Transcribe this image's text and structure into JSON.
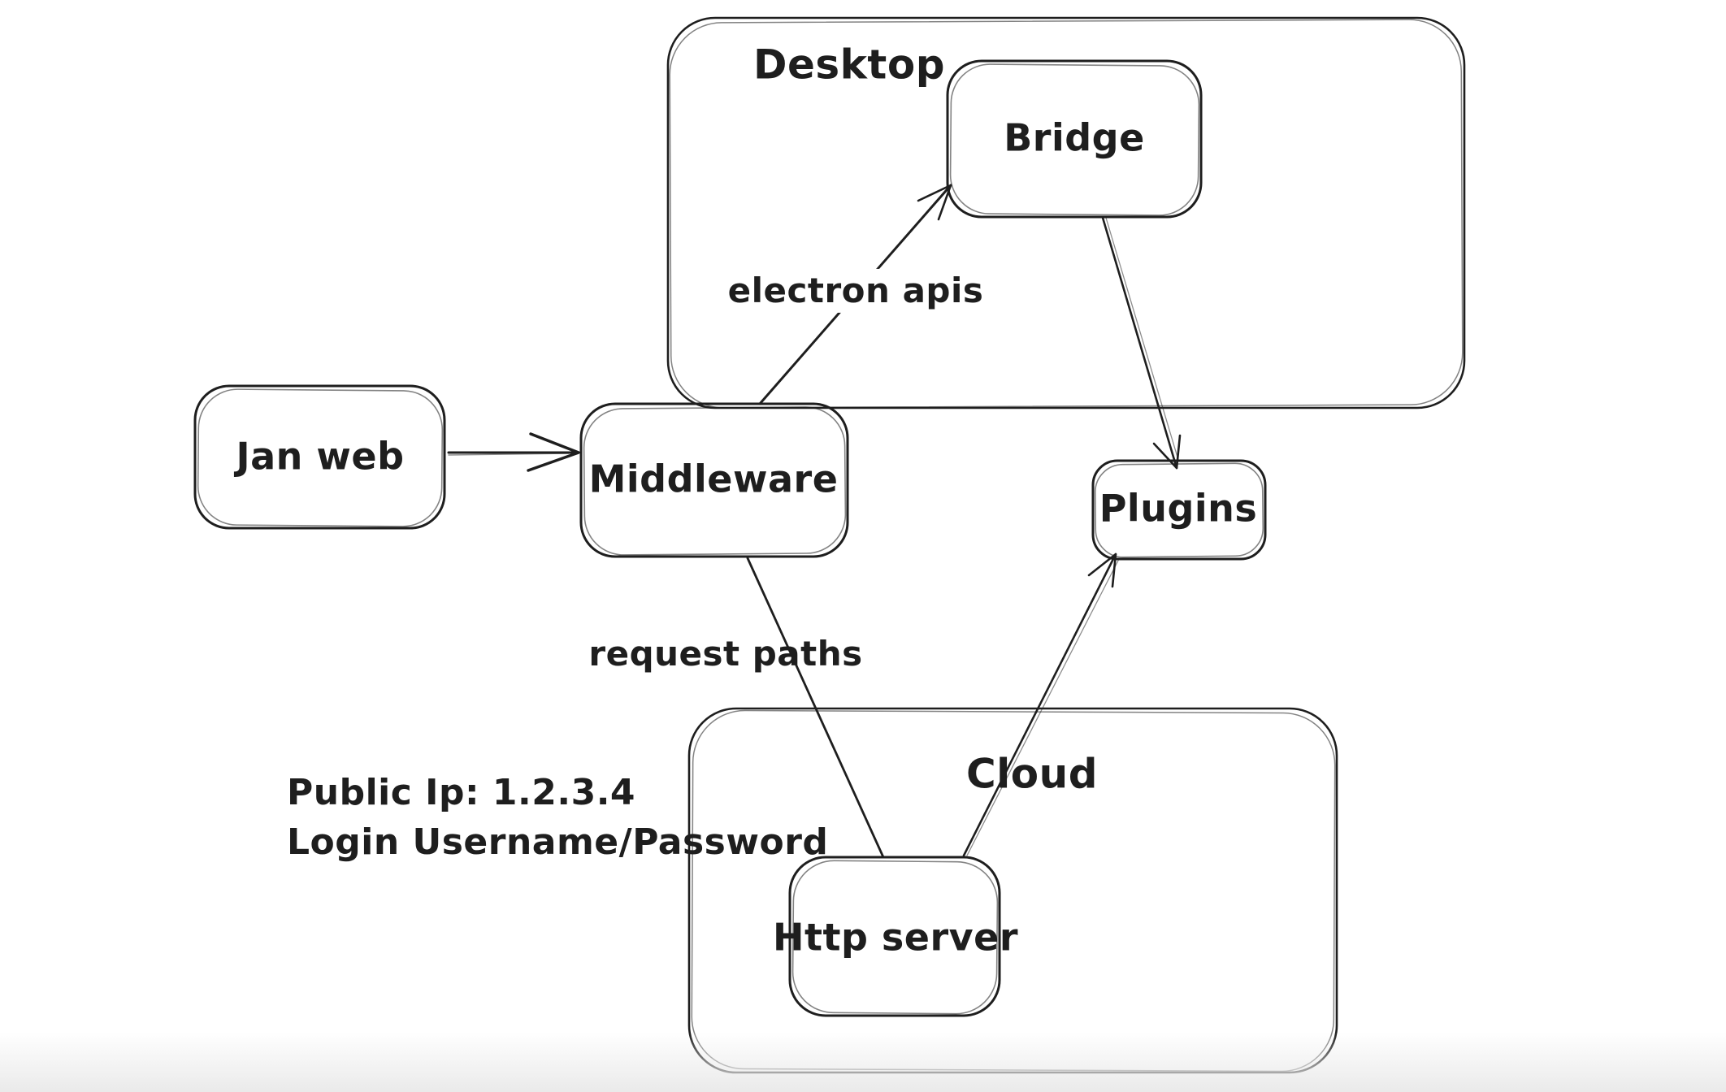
{
  "app": {
    "type": "hand-drawn architecture diagram"
  },
  "colors": {
    "background": "#ffffff",
    "stroke": "#1e1e1e",
    "canvas_bottom_edge": "#eaeaea"
  },
  "containers": {
    "desktop": {
      "label": "Desktop"
    },
    "cloud": {
      "label": "Cloud"
    }
  },
  "nodes": {
    "jan_web": {
      "label": "Jan web"
    },
    "middleware": {
      "label": "Middleware"
    },
    "bridge": {
      "label": "Bridge"
    },
    "plugins": {
      "label": "Plugins"
    },
    "http_server": {
      "label": "Http server"
    }
  },
  "edges": [
    {
      "from": "Jan web",
      "to": "Middleware",
      "label": "",
      "arrowhead": "end"
    },
    {
      "from": "Middleware",
      "to": "Bridge",
      "label": "electron apis",
      "arrowhead": "end"
    },
    {
      "from": "Bridge",
      "to": "Plugins",
      "label": "",
      "arrowhead": "end"
    },
    {
      "from": "Middleware",
      "to": "Http server",
      "label": "request paths",
      "arrowhead": "none"
    },
    {
      "from": "Http server",
      "to": "Plugins",
      "label": "",
      "arrowhead": "end"
    }
  ],
  "annotation": {
    "line1": "Public Ip: 1.2.3.4",
    "line2": "Login Username/Password"
  }
}
